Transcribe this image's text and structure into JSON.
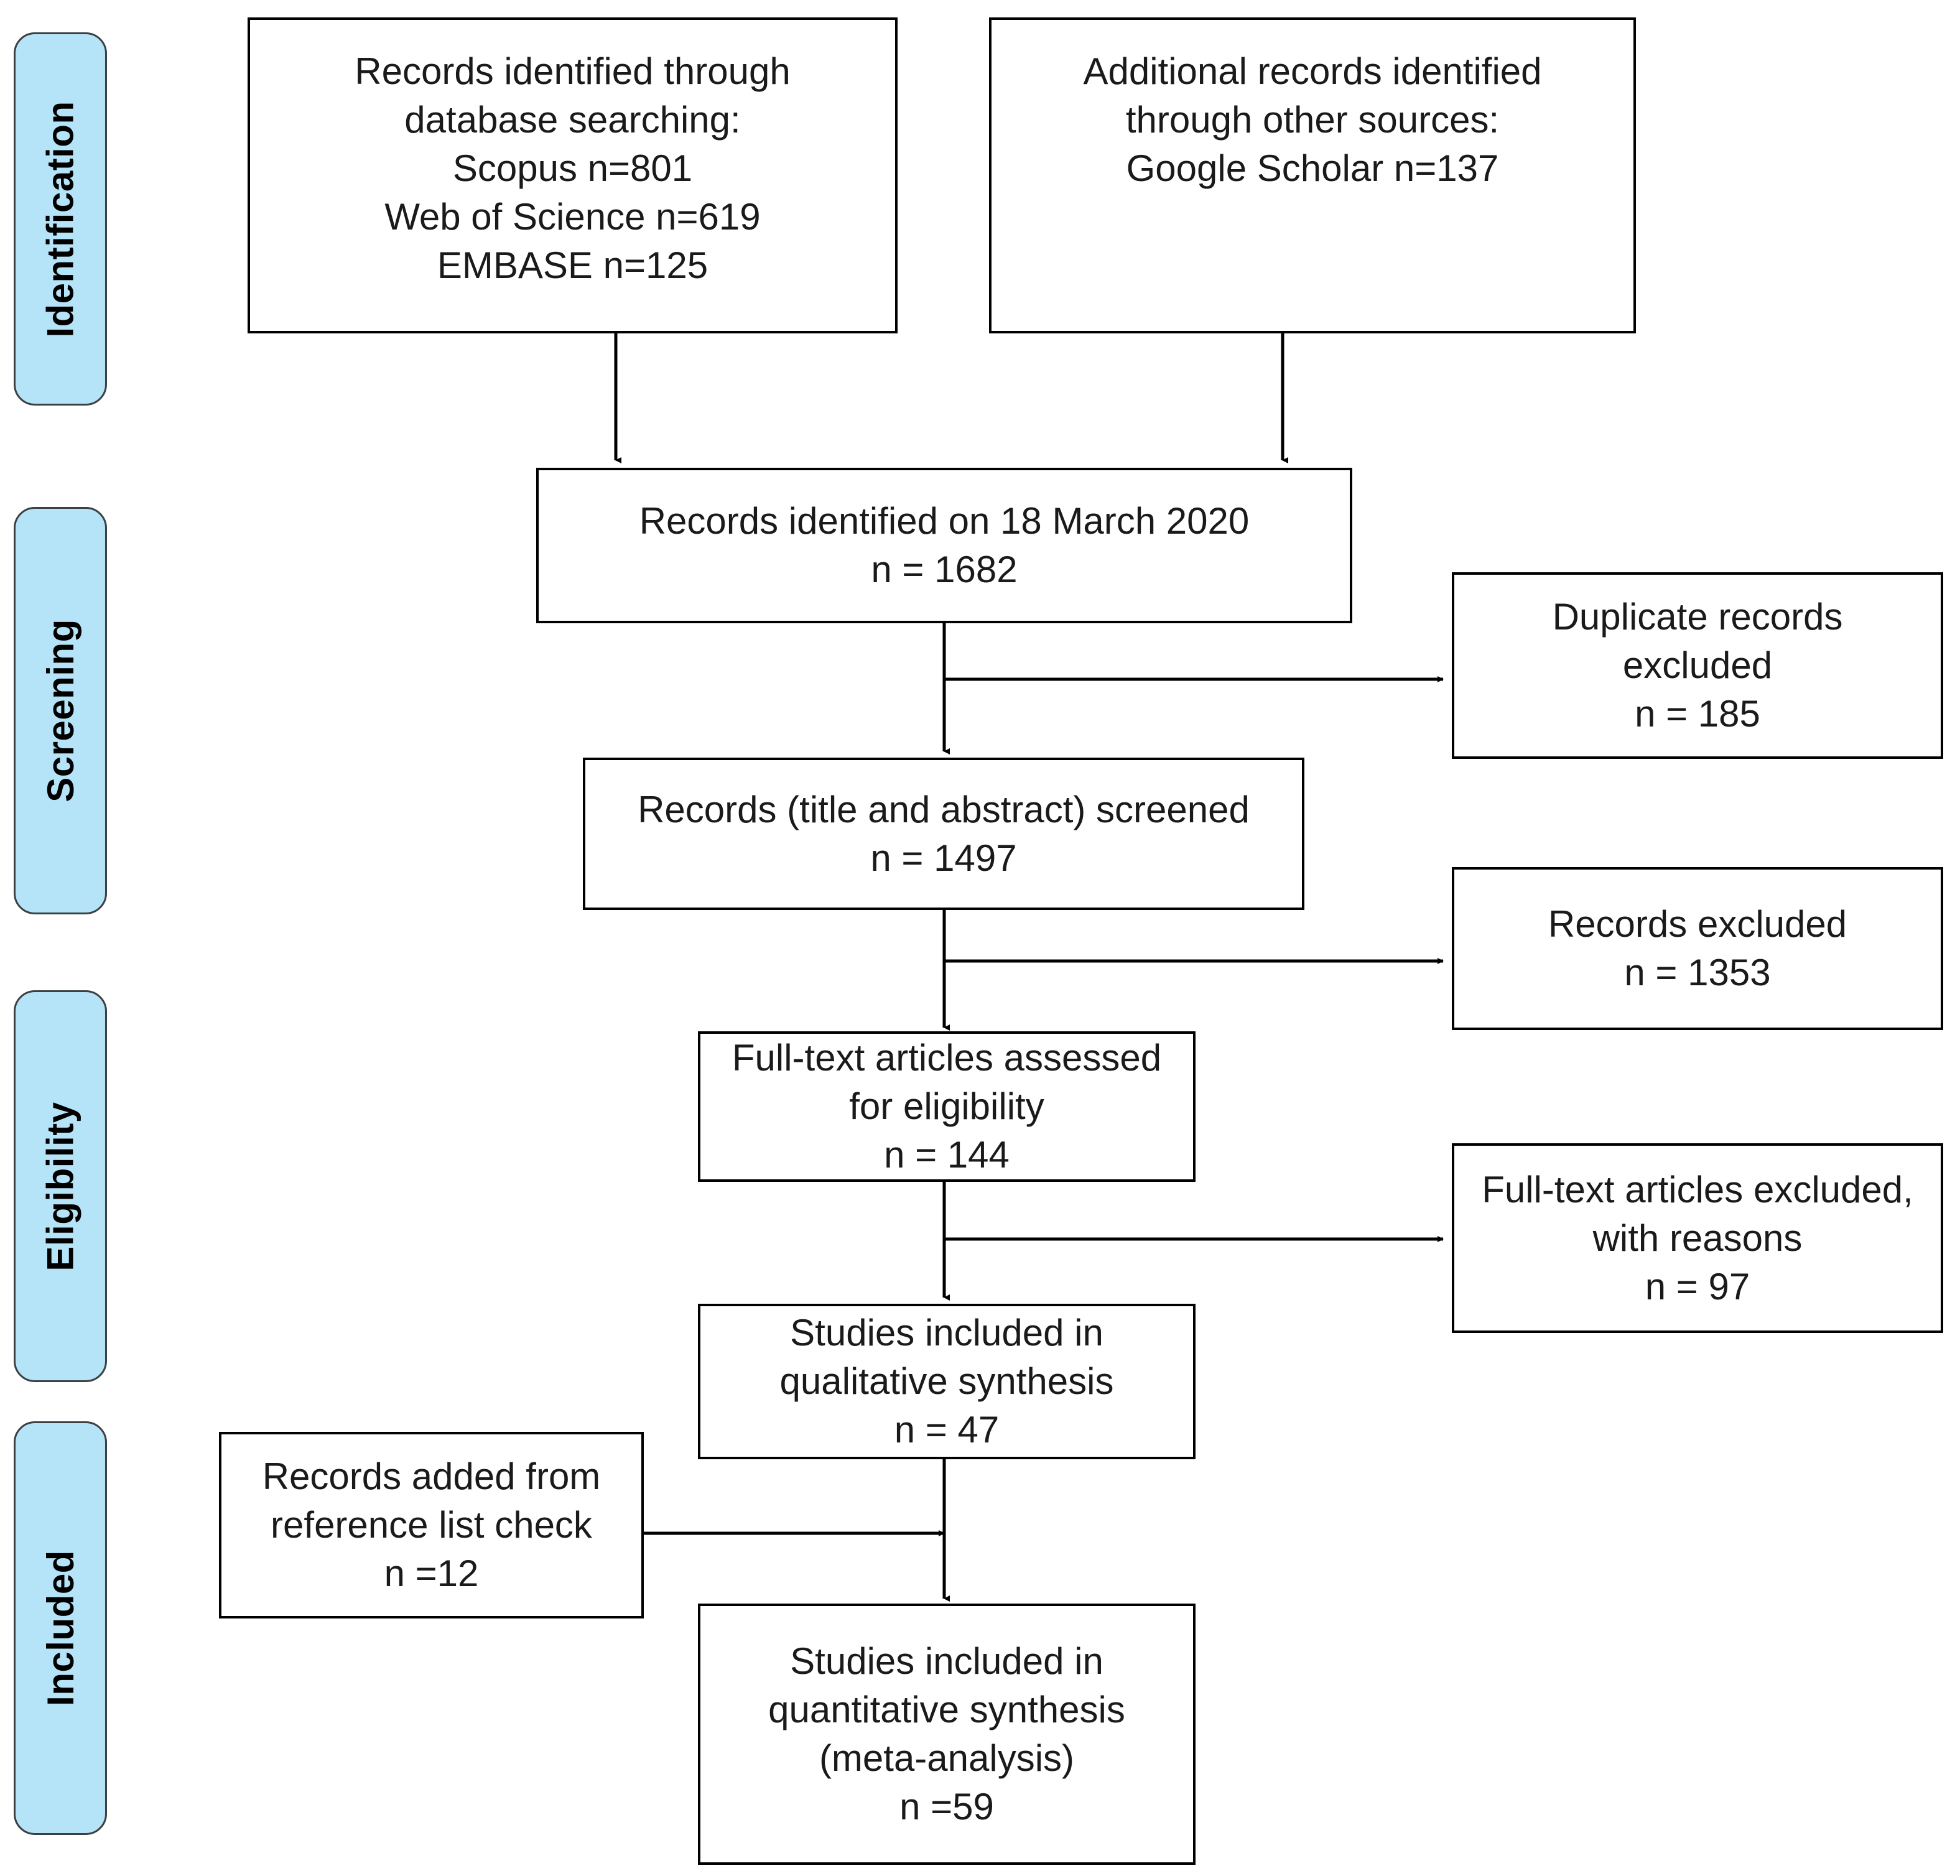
{
  "diagram": {
    "type": "PRISMA flow diagram",
    "accent_color": "#b5e3f7",
    "border_color": "#000000",
    "tab_border_color": "#3b4044"
  },
  "stages": [
    {
      "key": "identification",
      "label": "Identification"
    },
    {
      "key": "screening",
      "label": "Screening"
    },
    {
      "key": "eligibility",
      "label": "Eligibility"
    },
    {
      "key": "included",
      "label": "Included"
    }
  ],
  "nodes": {
    "database_search": {
      "lines": [
        "Records identified through",
        "database searching:",
        "Scopus n=801",
        "Web of Science n=619",
        "EMBASE n=125"
      ]
    },
    "other_sources": {
      "lines": [
        "Additional records identified",
        "through other sources:",
        "Google Scholar n=137"
      ]
    },
    "records_identified": {
      "lines": [
        "Records identified on 18 March 2020",
        "n = 1682"
      ]
    },
    "duplicates_excluded": {
      "lines": [
        "Duplicate records",
        "excluded",
        "n = 185"
      ]
    },
    "records_screened": {
      "lines": [
        "Records (title and abstract) screened",
        "n = 1497"
      ]
    },
    "records_excluded": {
      "lines": [
        "Records excluded",
        "n = 1353"
      ]
    },
    "fulltext_assessed": {
      "lines": [
        "Full-text articles assessed",
        "for eligibility",
        "n = 144"
      ]
    },
    "fulltext_excluded": {
      "lines": [
        "Full-text articles excluded,",
        "with reasons",
        "n = 97"
      ]
    },
    "qualitative_synthesis": {
      "lines": [
        "Studies included in",
        "qualitative synthesis",
        "n = 47"
      ]
    },
    "reference_list_check": {
      "lines": [
        "Records added from",
        "reference list check",
        "n =12"
      ]
    },
    "quantitative_synthesis": {
      "lines": [
        "Studies included in",
        "quantitative synthesis",
        "(meta-analysis)",
        "n =59"
      ]
    }
  }
}
